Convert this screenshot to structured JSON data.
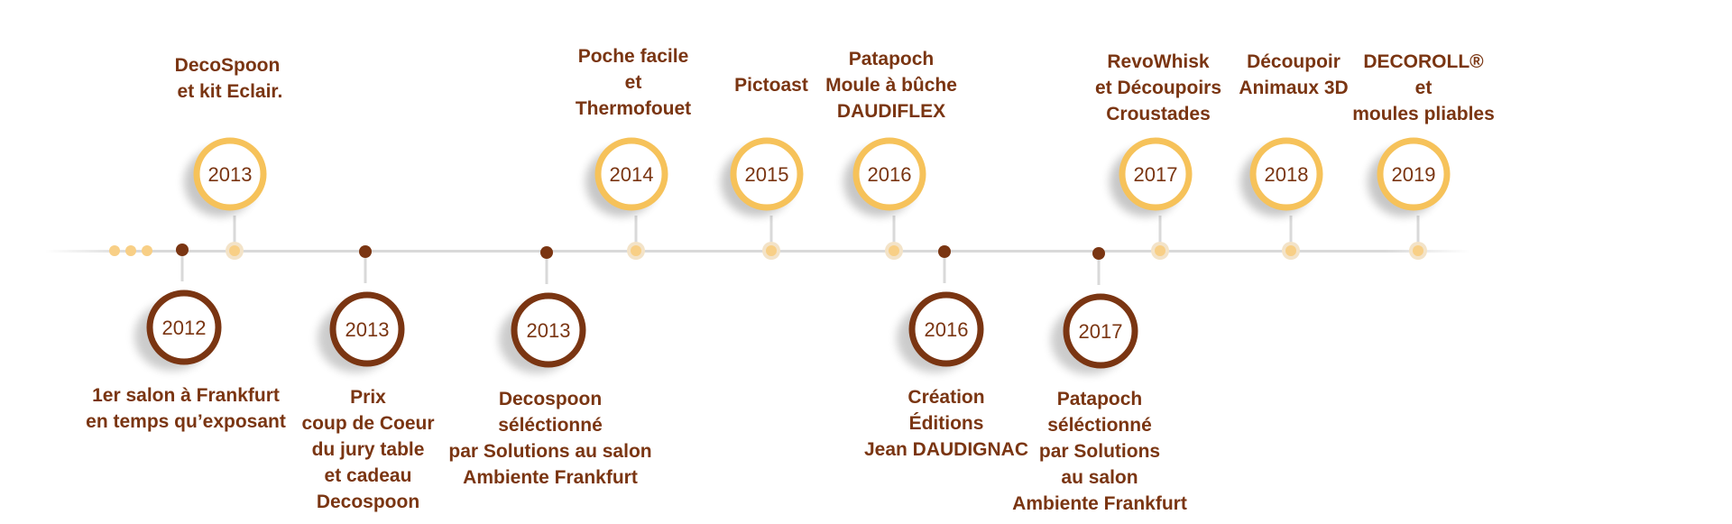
{
  "colors": {
    "gold": "#f6c25a",
    "brown": "#7a3512",
    "text": "#7a3512",
    "line": "#d9d9d9",
    "dot_light": "#f8cf86"
  },
  "events_above": [
    {
      "year": "2013",
      "text": "DecoSpoon\n et kit Eclair."
    },
    {
      "year": "2014",
      "text": "Poche facile\net\nThermofouet"
    },
    {
      "year": "2015",
      "text": "Pictoast"
    },
    {
      "year": "2016",
      "text": "Patapoch\nMoule à bûche\nDAUDIFLEX"
    },
    {
      "year": "2017",
      "text": "RevoWhisk\net Découpoirs\nCroustades"
    },
    {
      "year": "2018",
      "text": "Découpoir\nAnimaux 3D"
    },
    {
      "year": "2019",
      "text": "DECOROLL®\net\nmoules pliables"
    }
  ],
  "events_below": [
    {
      "year": "2012",
      "text": "1er salon à Frankfurt\nen temps qu’exposant"
    },
    {
      "year": "2013",
      "text": "Prix\ncoup de Coeur\ndu jury table\net cadeau\nDecospoon"
    },
    {
      "year": "2013",
      "text": "Decospoon\nséléctionné\npar Solutions au salon\nAmbiente Frankfurt"
    },
    {
      "year": "2016",
      "text": "Création\nÉditions\nJean DAUDIGNAC"
    },
    {
      "year": "2017",
      "text": "Patapoch\nséléctionné\npar Solutions\nau salon\nAmbiente Frankfurt"
    }
  ]
}
